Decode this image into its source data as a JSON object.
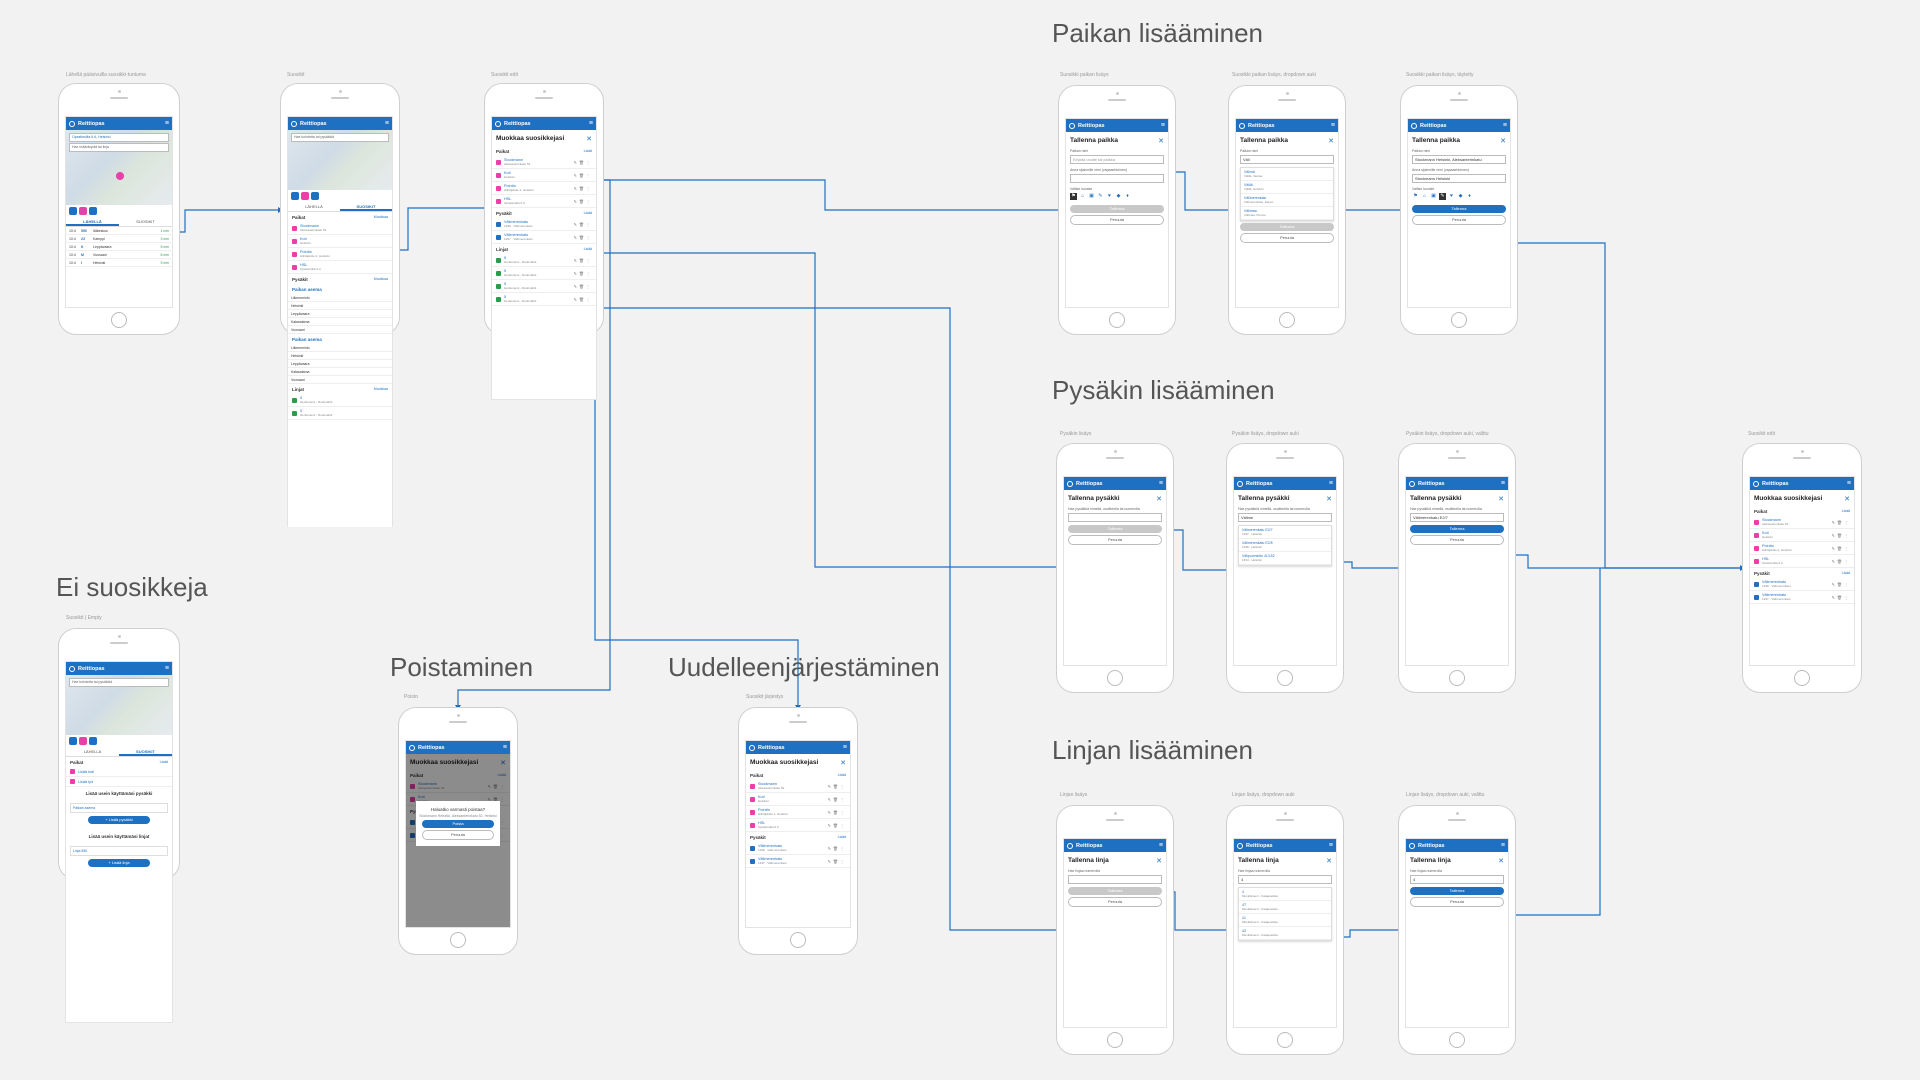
{
  "colors": {
    "accent": "#1e70c2",
    "wire": "#1e70c2",
    "nav": "#1e70c2",
    "place": "#e93fa8",
    "stop": "#1e70c2",
    "line": "#2a9d4a"
  },
  "sections": {
    "place": "Paikan lisääminen",
    "stop": "Pysäkin lisääminen",
    "line": "Linjan lisääminen",
    "empty": "Ei suosikkeja",
    "remove": "Poistaminen",
    "reorder": "Uudelleenjärjestäminen"
  },
  "app": {
    "name": "Reittiopas",
    "menu_icon": "hamburger-icon"
  },
  "home": {
    "search_placeholder": "Hae määränpää tai linja",
    "origin": "Opastinsilta 6 A, Helsinki",
    "tab_nearby": "LÄHELLÄ",
    "tab_favourites": "SUOSIKIT",
    "departures": [
      {
        "time": "10:4",
        "line": "550",
        "dest": "Itäkeskus",
        "rt": "1 min"
      },
      {
        "time": "10:4",
        "line": "23",
        "dest": "Kamppi",
        "rt": "3 min"
      },
      {
        "time": "10:4",
        "line": "K",
        "dest": "Leppävaara",
        "rt": "5 min"
      },
      {
        "time": "10:4",
        "line": "M",
        "dest": "Vuosaari",
        "rt": "6 min"
      },
      {
        "time": "10:4",
        "line": "I",
        "dest": "Helsinki",
        "rt": "9 min"
      }
    ]
  },
  "favs": {
    "search_placeholder": "Hae kohdetta tai pysäkkiä",
    "places_header": "Paikat",
    "stops_header": "Pysäkit",
    "lines_header": "Linjat",
    "add_label": "Lisää",
    "edit_label": "Muokkaa",
    "places": [
      {
        "name": "Stockmann",
        "sub": "Aleksanterinkatu 52"
      },
      {
        "name": "Koti",
        "sub": "Helsinki"
      },
      {
        "name": "Pointto",
        "sub": "Hiihtäjäntie 2, Helsinki"
      },
      {
        "name": "HSL",
        "sub": "Opastinsilta 6 A"
      }
    ],
    "stops": [
      {
        "name": "Välimerenkatu",
        "sub": "1298 · Välimerenkatu"
      },
      {
        "name": "Välimerenkatu",
        "sub": "1297 · Välimerenkatu"
      }
    ],
    "lines": [
      {
        "name": "5",
        "sub": "Herttoniemi - Ruoholahti"
      },
      {
        "name": "5",
        "sub": "Herttoniemi - Ruoholahti"
      },
      {
        "name": "5",
        "sub": "Herttoniemi - Ruoholahti"
      },
      {
        "name": "5",
        "sub": "Herttoniemi - Ruoholahti"
      }
    ],
    "nearby_header": "Paikan asema",
    "nearby_rows": [
      "Liikenneinfo",
      "Helsinki",
      "Leppävaara",
      "Kalasatama",
      "Vuosaari"
    ]
  },
  "edit": {
    "title": "Muokkaa suosikkejasi",
    "close": "✕"
  },
  "place_form": {
    "title": "Tallenna paikka",
    "name_label": "Paikan nimi",
    "name_value_empty": "Kirjoita osoite tai paikka",
    "name_value_typed": "Väli",
    "name_value_done": "Stockmann Helsinki, Aleksanterinkatu",
    "alias_label": "Anna sijainnille nimi (vapaaehtoinen)",
    "alias_value": "Stockmann Helsinki",
    "icon_label": "Valitse kuvake",
    "icons": [
      "⚑",
      "⌂",
      "▣",
      "✎",
      "♥",
      "◆",
      "♦"
    ],
    "suggestions": [
      {
        "name": "Välimä",
        "sub": "Välilä, Vantaa"
      },
      {
        "name": "Välilä",
        "sub": "Välilä, Helsinki"
      },
      {
        "name": "Välimerenkatu",
        "sub": "Välimerenkatu, Espoo"
      },
      {
        "name": "Välimaa",
        "sub": "Välimaa, Porvoo"
      }
    ],
    "save": "Tallenna",
    "cancel": "Peruuta"
  },
  "stop_form": {
    "title": "Tallenna pysäkki",
    "label": "Hae pysäkkiä nimellä, osoitteella tai numerolla",
    "typed": "Välime",
    "done": "Välimerenkatu E2/7",
    "suggestions": [
      {
        "name": "Välimerenkatu E2/7",
        "sub": "1297 · Helsinki"
      },
      {
        "name": "Välimerenkatu E2/8",
        "sub": "1298 · Helsinki"
      },
      {
        "name": "Välipuomintie 41/152",
        "sub": "1634 · Helsinki"
      }
    ],
    "save": "Tallenna",
    "cancel": "Peruuta"
  },
  "line_form": {
    "title": "Tallenna linja",
    "label": "Hae linjaa numerolla",
    "typed": "4",
    "done": "4",
    "suggestions": [
      {
        "name": "4",
        "sub": "Munkkiniemi - Katajanokka"
      },
      {
        "name": "4T",
        "sub": "Munkkiniemi - Katajanokka"
      },
      {
        "name": "41",
        "sub": "Munkkiniemi - Katajanokka"
      },
      {
        "name": "43",
        "sub": "Munkkiniemi - Katajanokka"
      }
    ],
    "save": "Tallenna",
    "cancel": "Peruuta"
  },
  "remove_dialog": {
    "question": "Haluatko varmasti poistaa?",
    "detail": "Stockmann Helsinki, Aleksanterinkatu 52, Helsinki",
    "confirm": "Poista",
    "cancel": "Peruuta"
  },
  "empty": {
    "add_home": "Lisää koti",
    "add_work": "Lisää työ",
    "add_stop_title": "Lisää usein käyttämäsi pysäkki",
    "add_stop_btn": "+ Lisää pysäkki",
    "add_line_title": "Lisää usein käyttämäsi linjat",
    "add_line_btn": "+ Lisää linja",
    "example_stop": "Paikan asema",
    "example_line": "Linja 550"
  },
  "labels": {
    "p1": "Lähellä pääsivuilla suosikki-tuntuma",
    "p2": "Suosikit",
    "p3": "Suosikit edit",
    "p4": "Suosikit | Empty",
    "pl1": "Suosikki paikan lisäys",
    "pl2": "Suosikki paikan lisäys, dropdown auki",
    "pl3": "Suosikki paikan lisäys, täytetty",
    "st1": "Pysäkin lisäys",
    "st2": "Pysäkin lisäys, dropdown auki",
    "st3": "Pysäkin lisäys, dropdown auki, valittu",
    "st4": "Suosikit edit",
    "ln1": "Linjan lisäys",
    "ln2": "Linjan lisäys, dropdown auki",
    "ln3": "Linjan lisäys, dropdown auki, valittu",
    "rm": "Poisto",
    "ro": "Suosikit järjestys"
  }
}
